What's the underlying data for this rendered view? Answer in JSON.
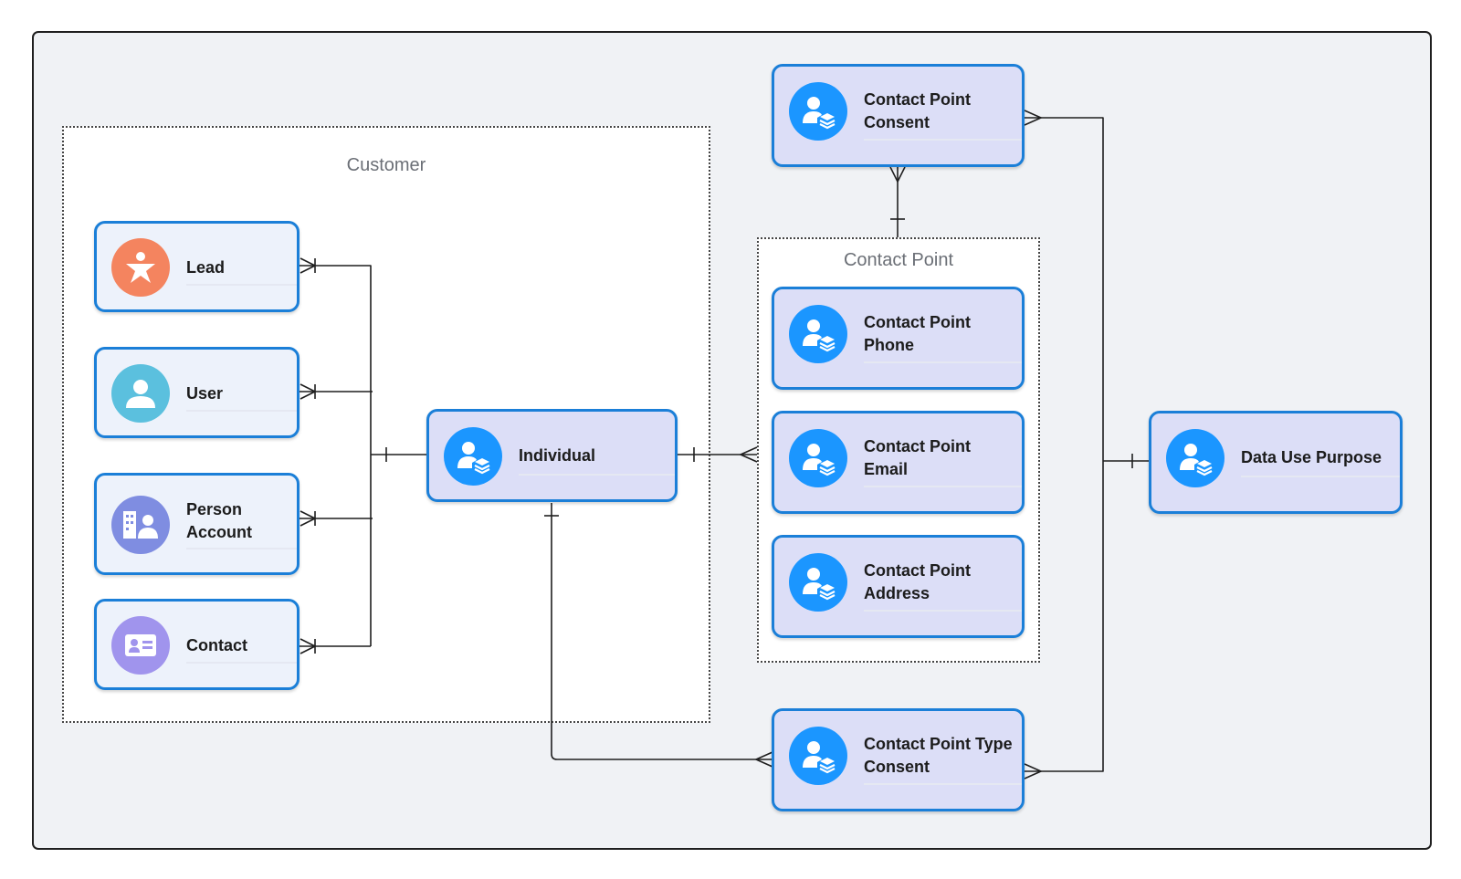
{
  "groups": {
    "customer": {
      "label": "Customer"
    },
    "contact_point": {
      "label": "Contact Point"
    }
  },
  "entities": {
    "lead": {
      "label": "Lead",
      "icon": "lead-icon",
      "color": "#f4845f"
    },
    "user": {
      "label": "User",
      "icon": "user-icon",
      "color": "#5bc0de"
    },
    "person_account": {
      "label": "Person\nAccount",
      "icon": "person-account-icon",
      "color": "#7f8de1"
    },
    "contact": {
      "label": "Contact",
      "icon": "contact-icon",
      "color": "#a094ed"
    },
    "individual": {
      "label": "Individual",
      "icon": "individual-icon",
      "color": "#1b96ff"
    },
    "cp_consent": {
      "label": "Contact Point\nConsent",
      "icon": "individual-icon",
      "color": "#1b96ff"
    },
    "cp_phone": {
      "label": "Contact Point\nPhone",
      "icon": "individual-icon",
      "color": "#1b96ff"
    },
    "cp_email": {
      "label": "Contact Point\nEmail",
      "icon": "individual-icon",
      "color": "#1b96ff"
    },
    "cp_address": {
      "label": "Contact Point\nAddress",
      "icon": "individual-icon",
      "color": "#1b96ff"
    },
    "data_use_purpose": {
      "label": "Data Use Purpose",
      "icon": "individual-icon",
      "color": "#1b96ff"
    },
    "cp_type_consent": {
      "label": "Contact Point Type\nConsent",
      "icon": "individual-icon",
      "color": "#1b96ff"
    }
  },
  "colors": {
    "entity_border": "#1b7fd8",
    "connector": "#1f1f1f",
    "canvas_bg": "#f0f2f5"
  }
}
